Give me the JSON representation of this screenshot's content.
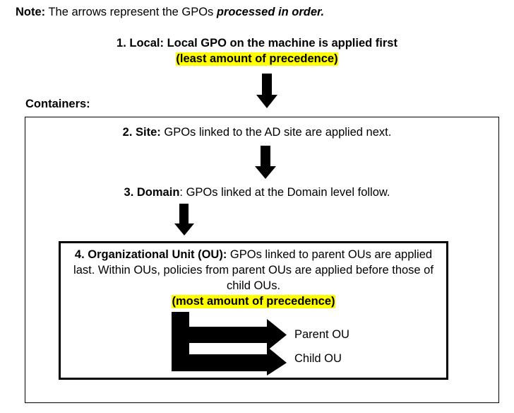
{
  "diagram": {
    "title_note": {
      "label_bold": "Note:",
      "text_regular": " The arrows represent the GPOs ",
      "text_italic": "processed in order."
    },
    "containers_label": "Containers:",
    "steps": [
      {
        "id": "local",
        "number": "1.",
        "name": "Local:",
        "description": " Local GPO on the machine is applied first",
        "precedence_note": "(least amount of precedence)",
        "highlight_color": "#FFFF00"
      },
      {
        "id": "site",
        "number": "2.",
        "name": "Site:",
        "description": " GPOs linked to the AD site are applied next."
      },
      {
        "id": "domain",
        "number": "3.",
        "name": "Domain",
        "description": ": GPOs linked at the Domain level follow."
      },
      {
        "id": "ou",
        "number": "4.",
        "name": "Organizational Unit (OU):",
        "description": " GPOs linked to parent OUs are applied last. Within OUs, policies from parent OUs are applied before those of child OUs.",
        "precedence_note": "(most amount of precedence)",
        "precedence_note_tail": ")",
        "highlight_color": "#FFFF00"
      }
    ],
    "branch_labels": {
      "parent": "Parent OU",
      "child": "Child OU"
    },
    "arrow_icons": {
      "step1_to_step2": "arrow-down-icon",
      "step2_to_step3": "arrow-down-icon",
      "step3_to_step4": "arrow-down-icon",
      "ou_branch": "branch-arrows-right-icon"
    },
    "colors": {
      "stroke": "#000000",
      "background": "#FFFFFF",
      "highlight": "#FFFF00"
    }
  }
}
